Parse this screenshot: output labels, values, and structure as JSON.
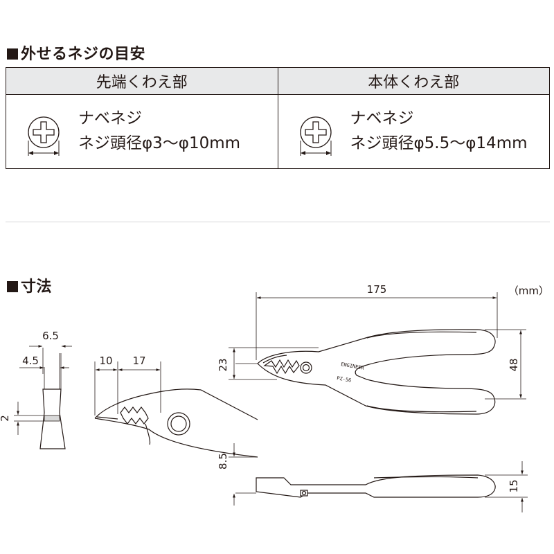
{
  "screw_section": {
    "title": "外せるネジの目安",
    "columns": [
      {
        "header": "先端くわえ部",
        "type": "ナベネジ",
        "size": "ネジ頭径φ3〜φ10mm",
        "icon": "phillips-screw-head-icon"
      },
      {
        "header": "本体くわえ部",
        "type": "ナベネジ",
        "size": "ネジ頭径φ5.5〜φ14mm",
        "icon": "phillips-screw-head-icon"
      }
    ]
  },
  "dimension_section": {
    "title": "寸法",
    "unit": "（mm）",
    "labels": {
      "overall_length": "175",
      "head_height": "23",
      "handle_width": "48",
      "tip_thickness": "6.5",
      "side_thickness": "4.5",
      "tip_gap": "2",
      "tip_jaw_length": "10",
      "body_jaw_length": "17",
      "side_offset": "8.5",
      "grip_thickness": "15"
    },
    "engraving": {
      "brand": "ENGINEER",
      "model": "PZ-56"
    }
  }
}
